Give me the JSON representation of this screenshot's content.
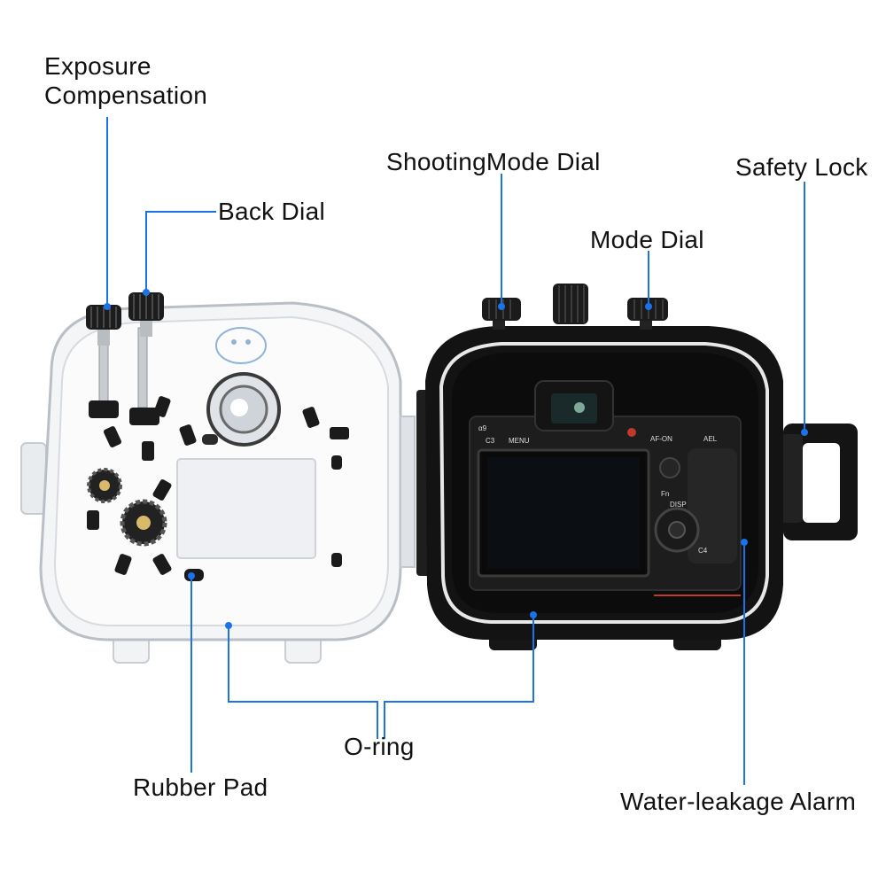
{
  "labels": {
    "exposure_line1": "Exposure",
    "exposure_line2": "Compensation",
    "back_dial": "Back Dial",
    "shooting_mode_dial": "ShootingMode Dial",
    "mode_dial": "Mode Dial",
    "safety_lock": "Safety Lock",
    "o_ring": "O-ring",
    "rubber_pad": "Rubber Pad",
    "water_leakage_alarm": "Water-leakage Alarm"
  },
  "camera_screen": {
    "c3": "C3",
    "menu": "MENU",
    "af_on": "AF-ON",
    "ael": "AEL",
    "fn": "Fn",
    "disp": "DISP",
    "c4": "C4",
    "alpha9": "α9"
  },
  "colors": {
    "leader_line": "#1a73e8",
    "housing_clear": "#eef0f2",
    "housing_black": "#121212",
    "text": "#111111"
  }
}
